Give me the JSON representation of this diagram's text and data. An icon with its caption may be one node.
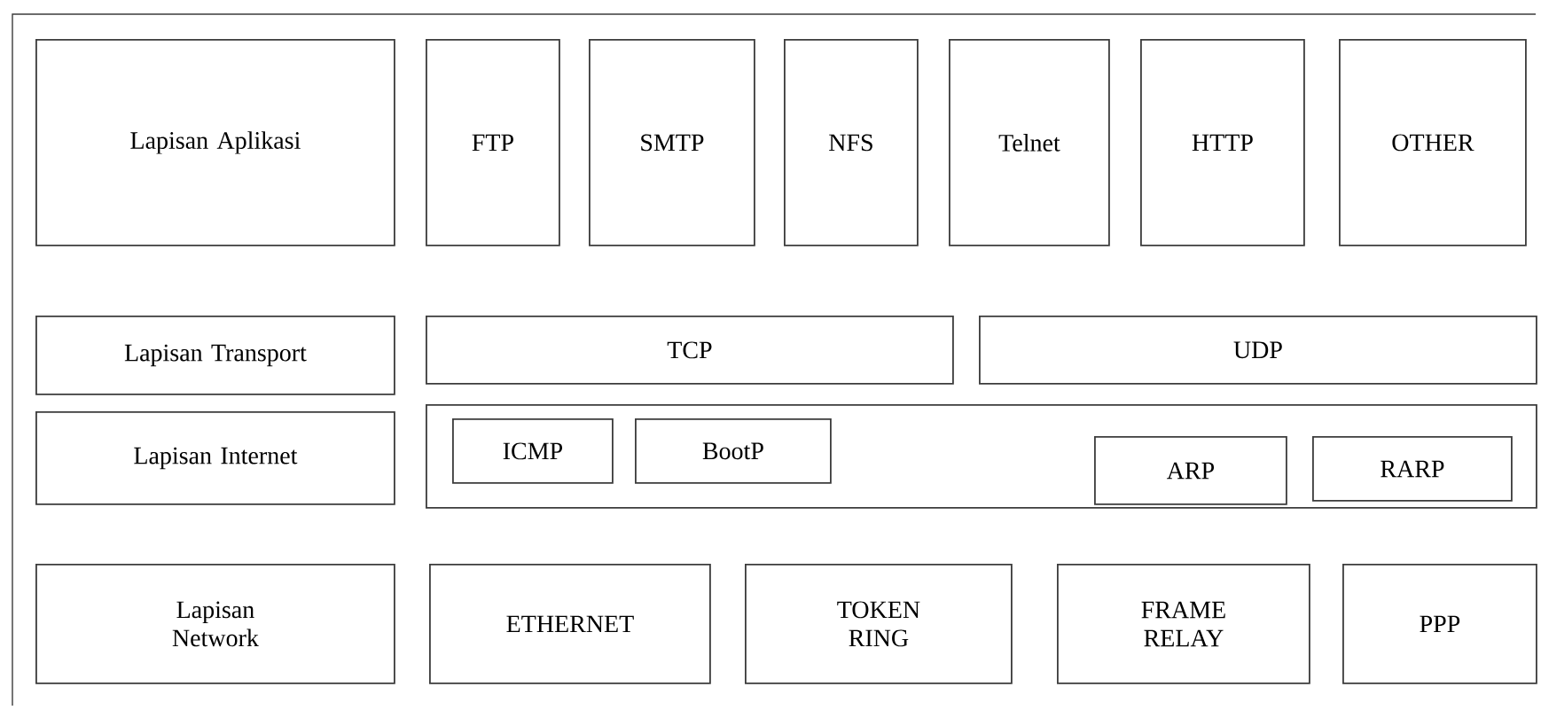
{
  "diagram": {
    "nodes": [
      {
        "text": [
          "Lapisan Aplikasi"
        ]
      },
      {
        "text": [
          "FTP"
        ]
      },
      {
        "text": [
          "SMTP"
        ]
      },
      {
        "text": [
          "NFS"
        ]
      },
      {
        "text": [
          "Telnet"
        ]
      },
      {
        "text": [
          "HTTP"
        ]
      },
      {
        "text": [
          "OTHER"
        ]
      },
      {
        "text": [
          "Lapisan Transport"
        ]
      },
      {
        "text": [
          "TCP"
        ]
      },
      {
        "text": [
          "UDP"
        ]
      },
      {
        "text": [
          "Lapisan Internet"
        ]
      },
      {
        "text": [],
        "shape": "box"
      },
      {
        "text": [
          "ICMP"
        ],
        "in": 11
      },
      {
        "text": [
          "BootP"
        ],
        "in": 11
      },
      {
        "text": [
          "ARP"
        ],
        "in": 11
      },
      {
        "text": [
          "RARP"
        ],
        "in": 11
      },
      {
        "text": [
          "Lapisan Network"
        ]
      },
      {
        "text": [
          "ETHERNET"
        ]
      },
      {
        "text": [
          "TOKEN RING"
        ]
      },
      {
        "text": [
          "FRAME RELAY"
        ]
      },
      {
        "text": [
          "PPP"
        ]
      }
    ]
  }
}
